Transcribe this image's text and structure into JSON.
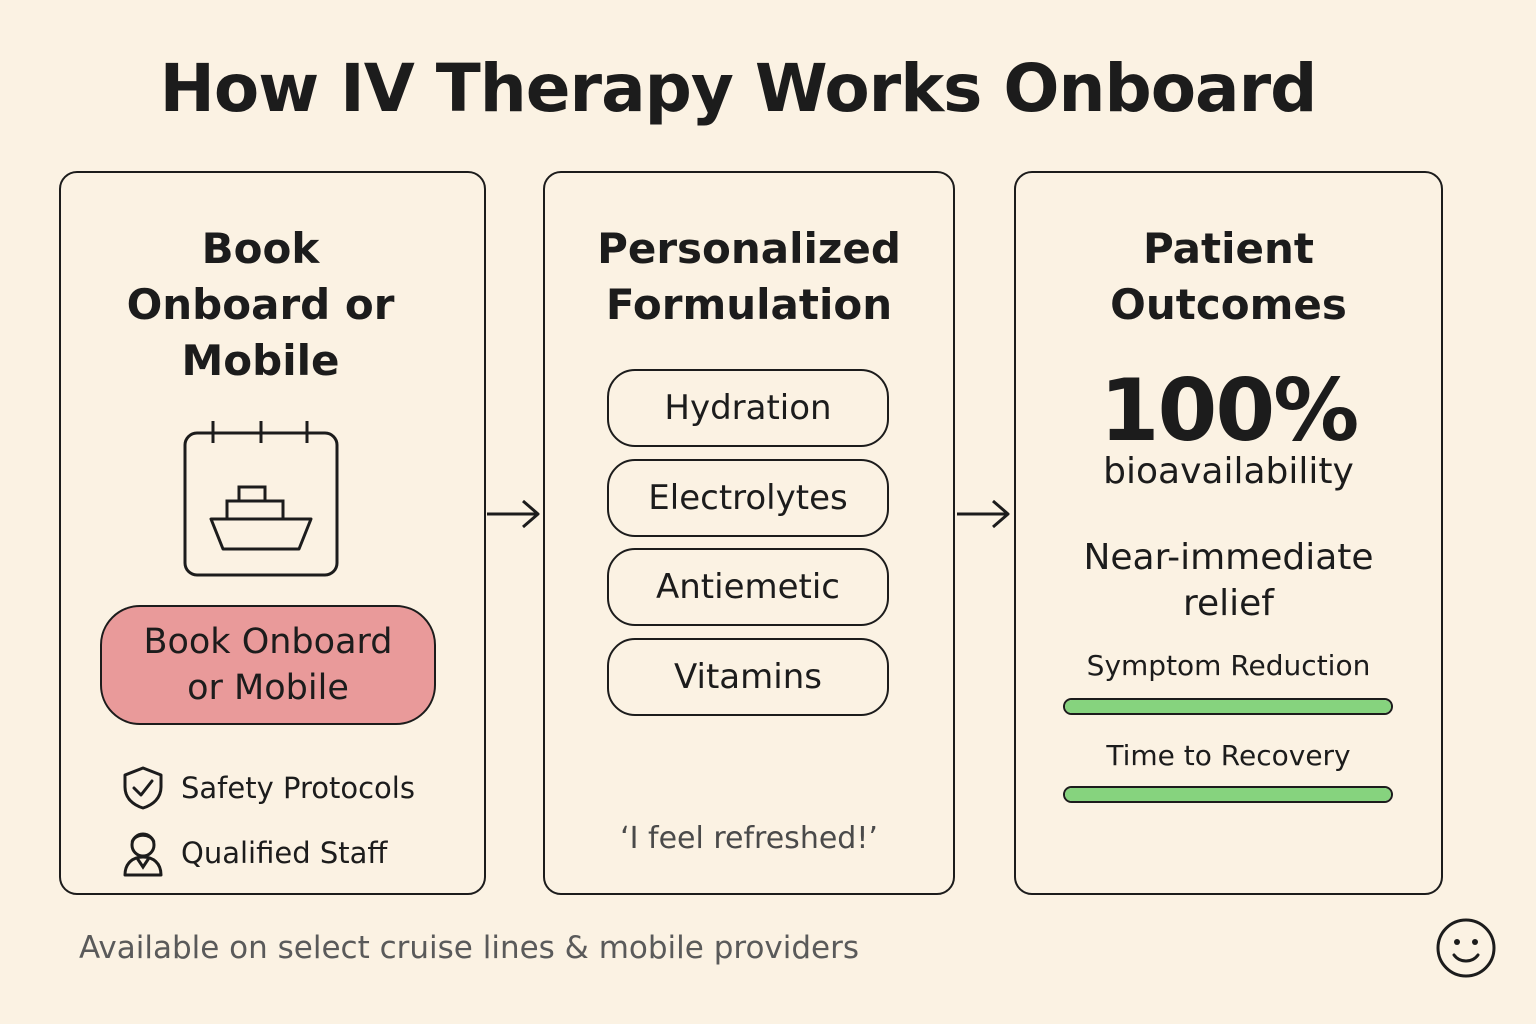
{
  "title": "How IV Therapy Works Onboard",
  "step1": {
    "title": "Book\nOnboard or\nMobile",
    "icon": "calendar-ship-icon",
    "button_label": "Book Onboard\nor Mobile",
    "button_color": "#e99a9a",
    "features": [
      {
        "icon": "shield-check-icon",
        "label": "Safety Protocols"
      },
      {
        "icon": "staff-person-icon",
        "label": "Qualified Staff"
      }
    ]
  },
  "step2": {
    "title": "Personalized\nFormulation",
    "components": [
      "Hydration",
      "Electrolytes",
      "Antiemetic",
      "Vitamins"
    ],
    "quote": "‘I feel refreshed!’"
  },
  "step3": {
    "title": "Patient\nOutcomes",
    "stat_value": "100%",
    "stat_label": "bioavailability",
    "relief": "Near-immediate\nrelief",
    "bars": [
      {
        "label": "Symptom Reduction",
        "fraction": 1.0
      },
      {
        "label": "Time to Recovery",
        "fraction": 1.0
      }
    ],
    "bar_color": "#86d37e"
  },
  "footer": "Available on select cruise lines & mobile providers",
  "corner_icon": "smiley-icon"
}
